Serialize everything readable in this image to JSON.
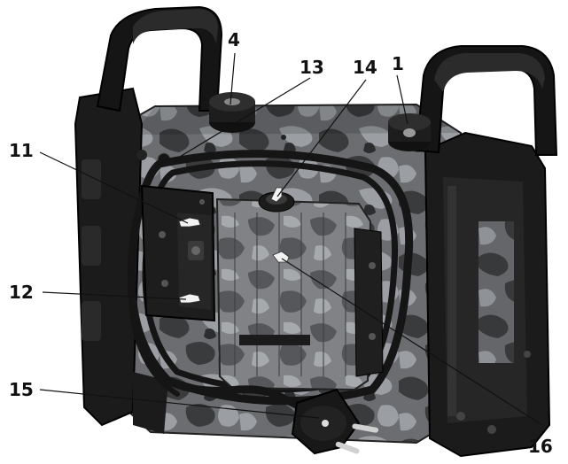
{
  "figure": {
    "subject": "radio-rear-view",
    "callouts": [
      {
        "id": "c4",
        "label": "4"
      },
      {
        "id": "c13",
        "label": "13"
      },
      {
        "id": "c14",
        "label": "14"
      },
      {
        "id": "c1",
        "label": "1"
      },
      {
        "id": "c11",
        "label": "11"
      },
      {
        "id": "c12",
        "label": "12"
      },
      {
        "id": "c15",
        "label": "15"
      },
      {
        "id": "c16",
        "label": "16"
      }
    ],
    "colors": {
      "frame": "#1b1b1b",
      "camo_dark": "#3a3b3d",
      "camo_mid": "#6b6d70",
      "camo_light": "#9b9ea2",
      "cable": "#151515",
      "leader": "#111111"
    }
  }
}
